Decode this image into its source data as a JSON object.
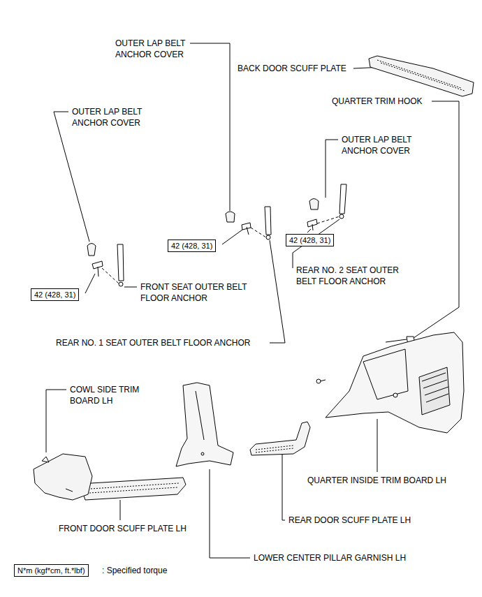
{
  "diagram": {
    "nodes": [
      {
        "text": [
          "42 (428, 31)"
        ]
      },
      {
        "text": [
          "42 (428, 31)"
        ]
      },
      {
        "text": [
          "42 (428, 31)"
        ]
      },
      {
        "text": [
          "N*m (kgf*cm, ft.*lbf)"
        ]
      }
    ],
    "edges": [],
    "labels": [
      "OUTER LAP BELT ANCHOR COVER",
      "BACK DOOR SCUFF PLATE",
      "QUARTER TRIM HOOK",
      "OUTER LAP BELT ANCHOR COVER",
      "OUTER LAP BELT ANCHOR COVER",
      "REAR NO. 2 SEAT OUTER BELT FLOOR ANCHOR",
      "FRONT SEAT OUTER BELT FLOOR ANCHOR",
      "REAR NO. 1 SEAT OUTER BELT FLOOR ANCHOR",
      "COWL SIDE TRIM BOARD LH",
      "QUARTER INSIDE TRIM BOARD LH",
      "FRONT DOOR SCUFF PLATE LH",
      "REAR DOOR SCUFF PLATE LH",
      "LOWER CENTER PILLAR GARNISH LH",
      ": Specified torque"
    ]
  }
}
